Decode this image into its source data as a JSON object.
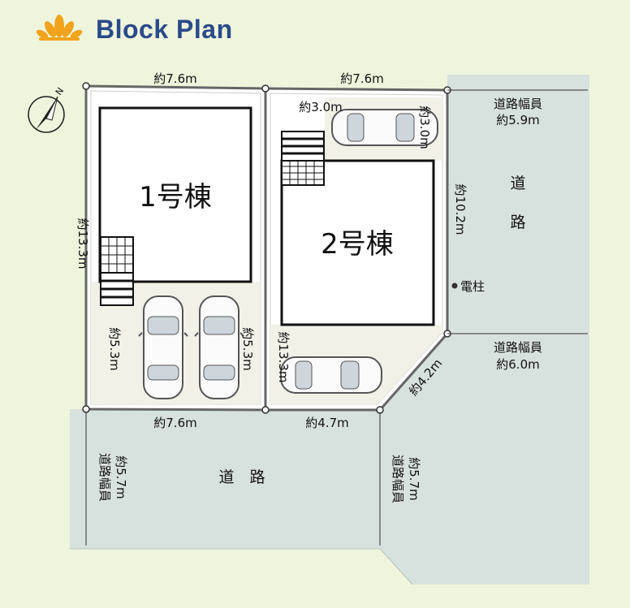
{
  "title": "Block Plan",
  "colors": {
    "background": "#eef5dc",
    "lot": "#ffffff",
    "parking": "#f1f1e8",
    "road": "#d7e1dd",
    "title": "#2b4a8a",
    "logo": "#f2a31c"
  },
  "icons": [
    "lotus-logo-icon",
    "north-arrow-icon",
    "car-icon",
    "stairs-icon",
    "utility-pole-icon"
  ],
  "compass": {
    "label": "N"
  },
  "buildings": [
    {
      "name": "1号棟"
    },
    {
      "name": "2号棟"
    }
  ],
  "dimensions": {
    "lot1_top": "約7.6m",
    "lot2_top": "約7.6m",
    "lot1_left": "約13.3m",
    "lot1_parking_left": "約5.3m",
    "lot1_parking_right": "約5.3m",
    "lot2_left": "約13.3m",
    "lot2_parking_top": "約3.0m",
    "lot2_parking_side": "約3.0m",
    "lot2_right": "約10.2m",
    "corner_cut": "約4.2m",
    "lot1_bottom": "約7.6m",
    "lot2_bottom": "約4.7m"
  },
  "roads": {
    "east_label_1": "道",
    "east_label_2": "路",
    "east_width_top_title": "道路幅員",
    "east_width_top_value": "約5.9m",
    "east_width_bottom_title": "道路幅員",
    "east_width_bottom_value": "約6.0m",
    "south_label": "道　路",
    "south_width_left_title": "道路幅員",
    "south_width_left_value": "約5.7m",
    "south_width_right_title": "道路幅員",
    "south_width_right_value": "約5.7m"
  },
  "utility_pole": {
    "label": "電柱"
  }
}
